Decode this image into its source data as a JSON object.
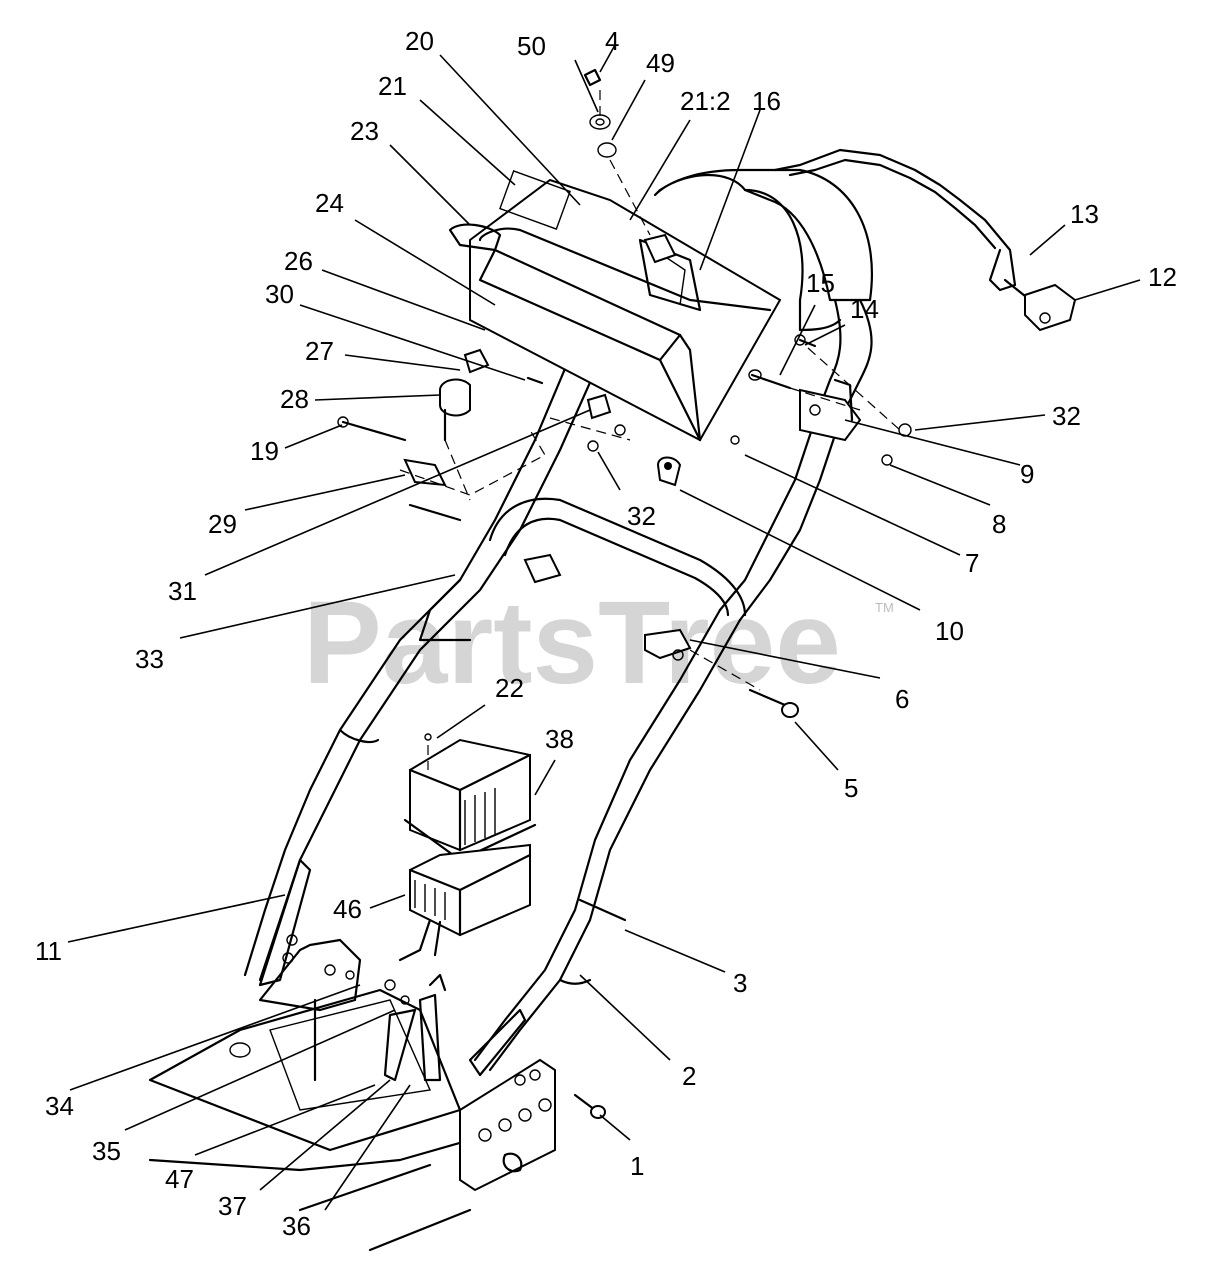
{
  "watermark": {
    "text": "PartsTree",
    "trademark": "TM"
  },
  "callouts": [
    {
      "id": "c1",
      "label": "1"
    },
    {
      "id": "c2",
      "label": "2"
    },
    {
      "id": "c3",
      "label": "3"
    },
    {
      "id": "c4",
      "label": "4"
    },
    {
      "id": "c5",
      "label": "5"
    },
    {
      "id": "c6",
      "label": "6"
    },
    {
      "id": "c7",
      "label": "7"
    },
    {
      "id": "c8",
      "label": "8"
    },
    {
      "id": "c9",
      "label": "9"
    },
    {
      "id": "c10",
      "label": "10"
    },
    {
      "id": "c11",
      "label": "11"
    },
    {
      "id": "c12",
      "label": "12"
    },
    {
      "id": "c13",
      "label": "13"
    },
    {
      "id": "c14",
      "label": "14"
    },
    {
      "id": "c15",
      "label": "15"
    },
    {
      "id": "c16",
      "label": "16"
    },
    {
      "id": "c19",
      "label": "19"
    },
    {
      "id": "c20",
      "label": "20"
    },
    {
      "id": "c21",
      "label": "21"
    },
    {
      "id": "c21b",
      "label": "21:2"
    },
    {
      "id": "c22",
      "label": "22"
    },
    {
      "id": "c23",
      "label": "23"
    },
    {
      "id": "c24",
      "label": "24"
    },
    {
      "id": "c26",
      "label": "26"
    },
    {
      "id": "c27",
      "label": "27"
    },
    {
      "id": "c28",
      "label": "28"
    },
    {
      "id": "c29",
      "label": "29"
    },
    {
      "id": "c30",
      "label": "30"
    },
    {
      "id": "c31",
      "label": "31"
    },
    {
      "id": "c32a",
      "label": "32"
    },
    {
      "id": "c32b",
      "label": "32"
    },
    {
      "id": "c33",
      "label": "33"
    },
    {
      "id": "c34",
      "label": "34"
    },
    {
      "id": "c35",
      "label": "35"
    },
    {
      "id": "c36",
      "label": "36"
    },
    {
      "id": "c37",
      "label": "37"
    },
    {
      "id": "c38",
      "label": "38"
    },
    {
      "id": "c46",
      "label": "46"
    },
    {
      "id": "c47",
      "label": "47"
    },
    {
      "id": "c49",
      "label": "49"
    },
    {
      "id": "c50",
      "label": "50"
    }
  ]
}
